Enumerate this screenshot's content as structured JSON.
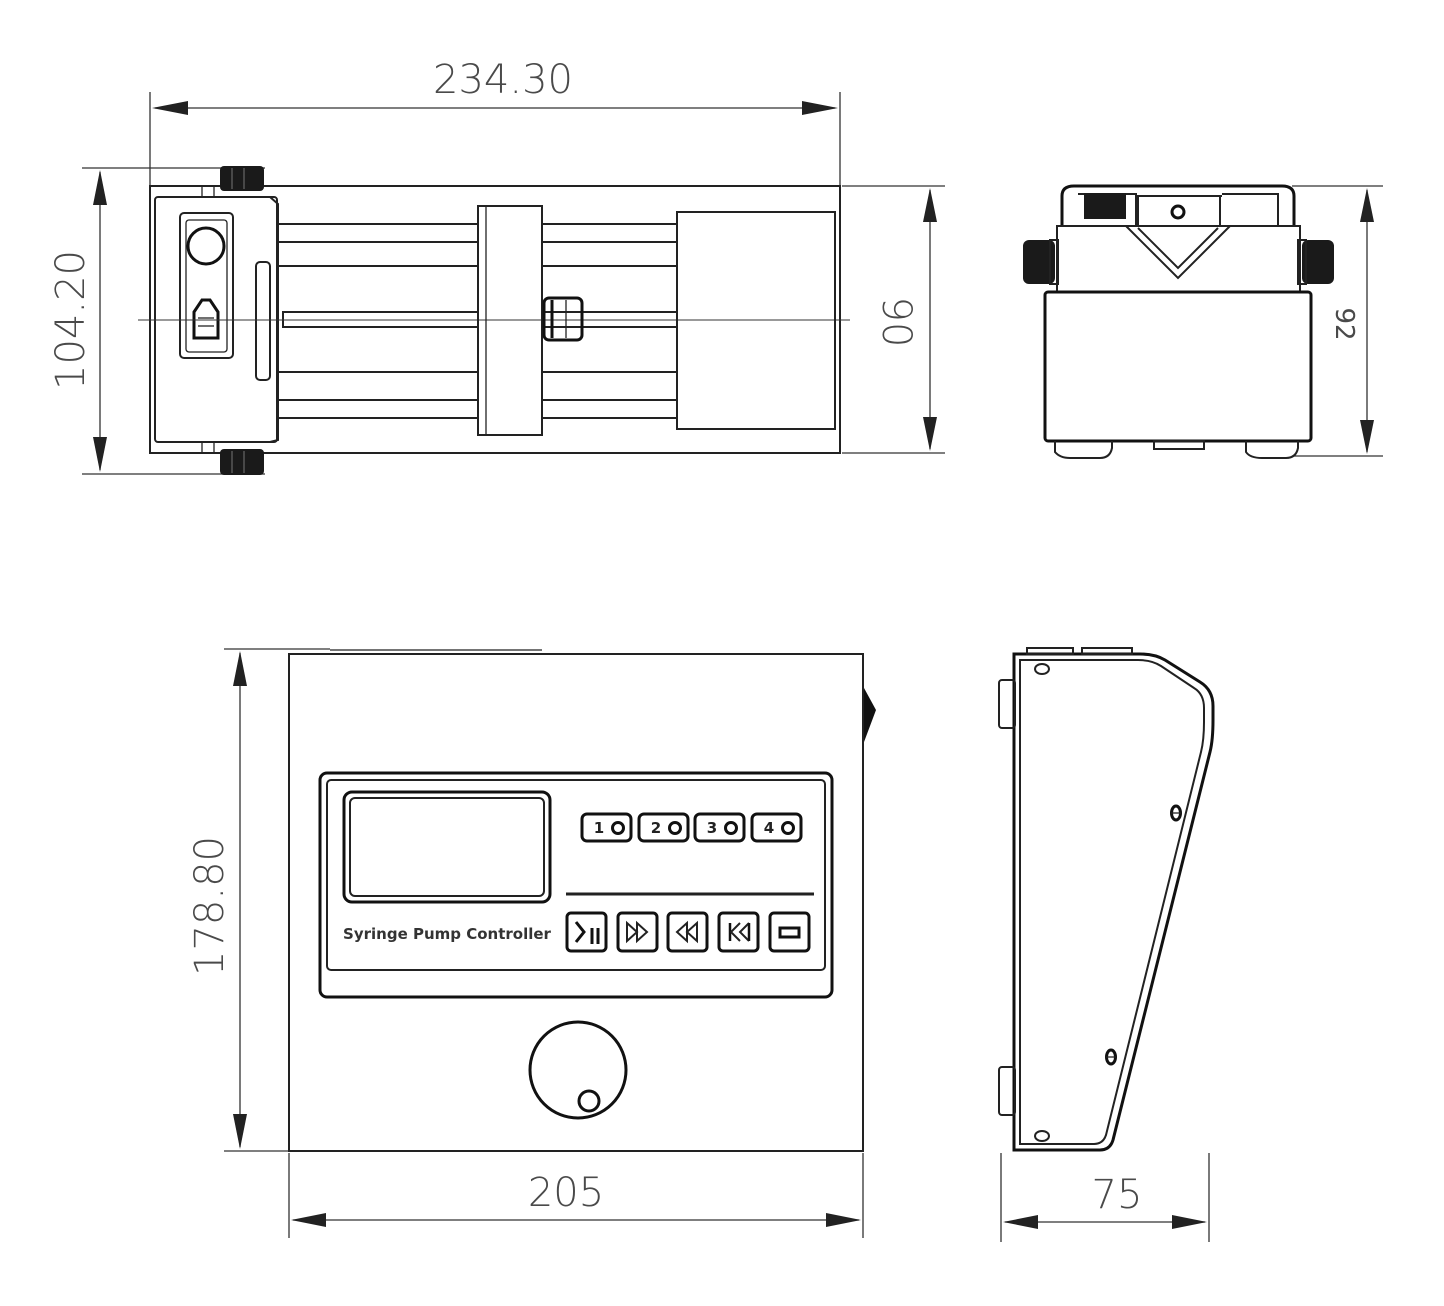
{
  "dimensions": {
    "top_width": "234.30",
    "top_depth": "104.20",
    "top_height": "90",
    "end_height": "92",
    "front_height": "178.80",
    "front_width": "205",
    "side_depth": "75"
  },
  "panel": {
    "label": "Syringe Pump Controller",
    "channel_keys": [
      "1",
      "2",
      "3",
      "4"
    ],
    "function_keys": [
      {
        "icon": "run-stop-icon",
        "glyph": "▷/◫"
      },
      {
        "icon": "fast-forward-icon",
        "glyph": "▷▷"
      },
      {
        "icon": "rewind-icon",
        "glyph": "◁◁"
      },
      {
        "icon": "skip-back-icon",
        "glyph": "◁|◁"
      },
      {
        "icon": "menu-icon",
        "glyph": "▭"
      }
    ]
  }
}
